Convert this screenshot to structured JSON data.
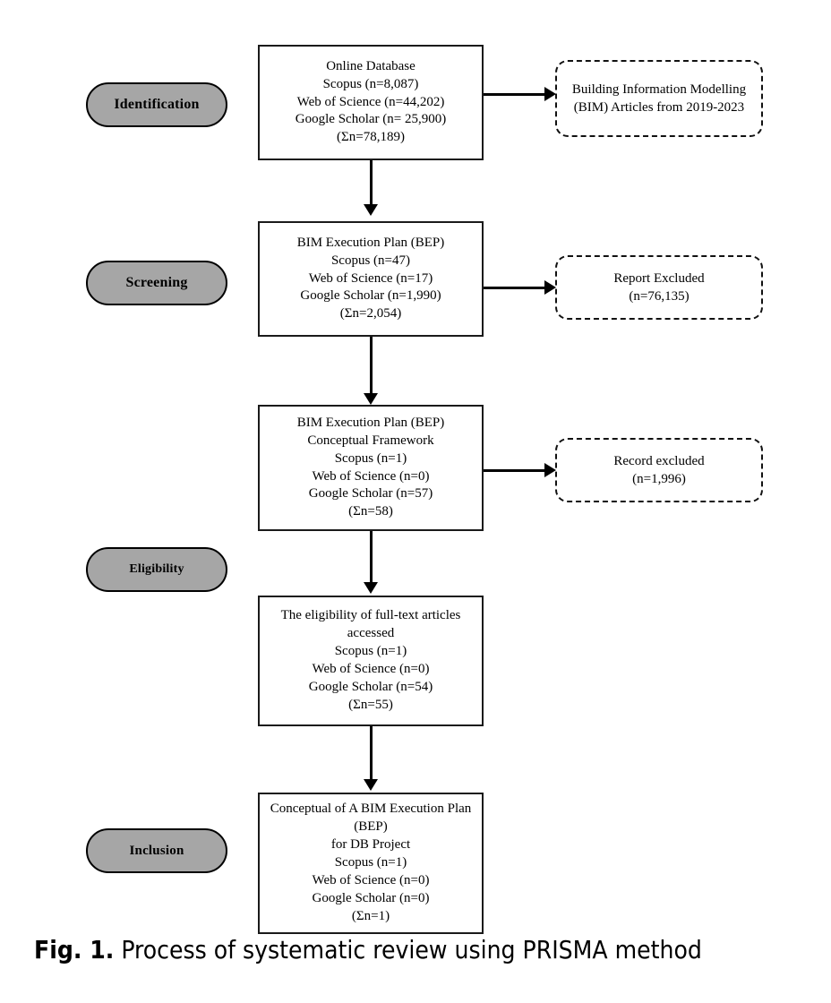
{
  "figure": {
    "caption_prefix": "Fig. 1.",
    "caption_text": "Process of systematic review using PRISMA method"
  },
  "colors": {
    "pill_fill": "#a6a6a6",
    "stroke": "#000000",
    "background": "#ffffff"
  },
  "stages": [
    {
      "label": "Identification"
    },
    {
      "label": "Screening"
    },
    {
      "label": "Eligibility"
    },
    {
      "label": "Inclusion"
    }
  ],
  "records": [
    {
      "name": "online-database",
      "lines": [
        "Online Database",
        "Scopus (n=8,087)",
        "Web of Science (n=44,202)",
        "Google Scholar (n= 25,900)",
        "(Σn=78,189)"
      ]
    },
    {
      "name": "bim-execution-plan",
      "lines": [
        "BIM Execution Plan (BEP)",
        "Scopus (n=47)",
        "Web of Science (n=17)",
        "Google Scholar (n=1,990)",
        "(Σn=2,054)"
      ]
    },
    {
      "name": "bep-conceptual-framework",
      "lines": [
        "BIM Execution Plan (BEP)",
        "Conceptual Framework",
        "Scopus (n=1)",
        "Web of Science (n=0)",
        "Google Scholar (n=57)",
        "(Σn=58)"
      ]
    },
    {
      "name": "full-text-eligibility",
      "lines": [
        "The eligibility of full-text articles",
        "accessed",
        "Scopus (n=1)",
        "Web of Science (n=0)",
        "Google Scholar (n=54)",
        "(Σn=55)"
      ]
    },
    {
      "name": "conceptual-bep-db-project",
      "lines": [
        "Conceptual of A BIM Execution Plan",
        "(BEP)",
        "for DB Project",
        "Scopus (n=1)",
        "Web of Science (n=0)",
        "Google Scholar (n=0)",
        "(Σn=1)"
      ]
    }
  ],
  "excluded": [
    {
      "name": "bim-articles-scope",
      "lines": [
        "Building Information Modelling",
        "(BIM) Articles from 2019-2023"
      ]
    },
    {
      "name": "report-excluded",
      "lines": [
        "Report Excluded",
        "(n=76,135)"
      ]
    },
    {
      "name": "record-excluded",
      "lines": [
        "Record excluded",
        "(n=1,996)"
      ]
    }
  ]
}
